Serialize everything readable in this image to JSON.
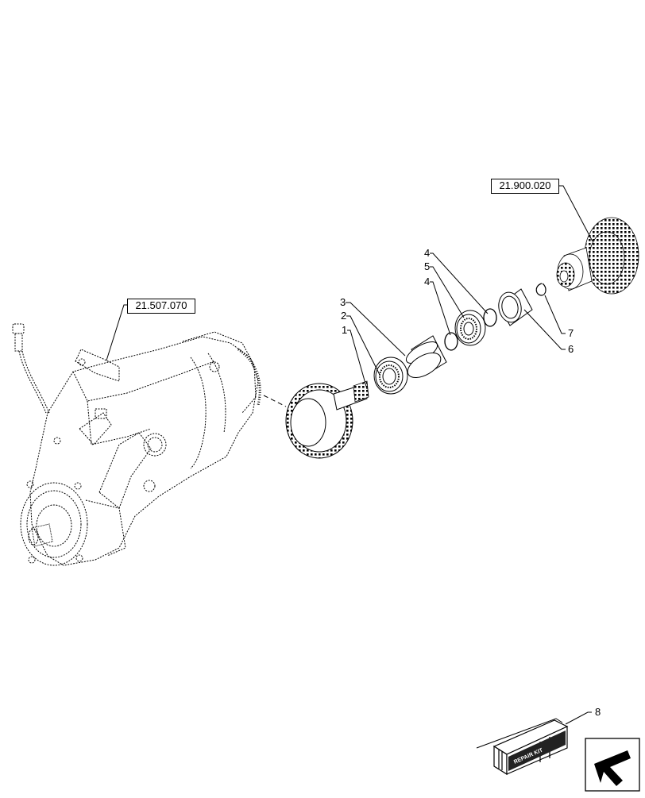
{
  "references": {
    "pump_assembly": "21.507.070",
    "gear_cluster": "21.900.020"
  },
  "callouts": {
    "shaft_gear": "1",
    "bearing_left": "2",
    "sleeve": "3",
    "snap_ring_upper": "4",
    "bearing_right": "5",
    "snap_ring_lower": "4",
    "bushing": "6",
    "circlip": "7",
    "repair_kit": "8"
  },
  "kit_label": "REPAIR KIT"
}
